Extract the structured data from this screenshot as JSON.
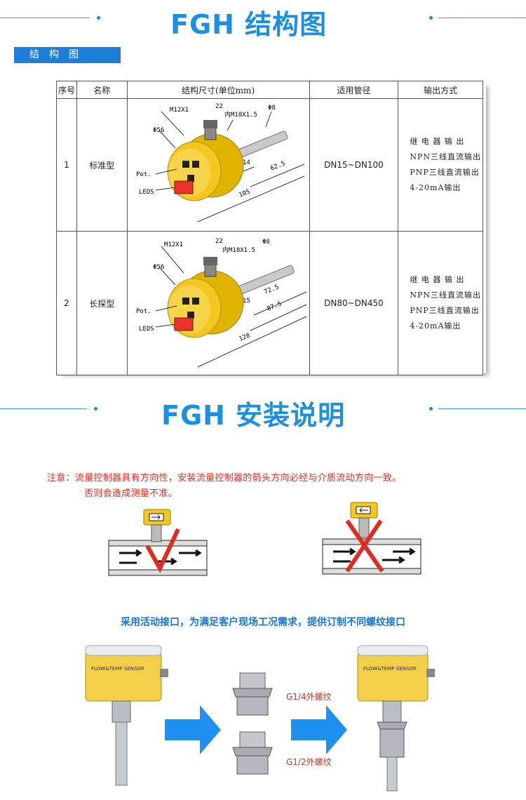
{
  "section1": {
    "title": "FGH 结构图",
    "tag": "结构图"
  },
  "table": {
    "headers": [
      "序号",
      "名称",
      "结构尺寸(单位mm)",
      "适用管径",
      "输出方式"
    ],
    "rows": [
      {
        "no": "1",
        "name": "标准型",
        "pipe": "DN15~DN100",
        "outputs": [
          "继 电 器 输 出",
          "NPN三线直流输出",
          "PNP三线直流输出",
          "4-20mA输出"
        ],
        "dims": {
          "m12": "M12X1",
          "wrench": "22",
          "thread": "内M18X1.5",
          "phi8": "Φ8",
          "phi56": "Φ56",
          "d1": "14",
          "d2": "62.5",
          "total": "105",
          "pot": "Pot.",
          "leds": "LEDS"
        }
      },
      {
        "no": "2",
        "name": "长探型",
        "pipe": "DN80~DN450",
        "outputs": [
          "继 电 器 输 出",
          "NPN三线直流输出",
          "PNP三线直流输出",
          "4-20mA输出"
        ],
        "dims": {
          "m12": "M12X1",
          "wrench": "22",
          "thread": "内M18X1.5",
          "phi8": "Φ8",
          "phi56": "Φ56",
          "d1": "15",
          "d2": "72.5",
          "d3": "87.5",
          "total": "128",
          "pot": "Pot.",
          "leds": "LEDS"
        }
      }
    ]
  },
  "section2": {
    "title": "FGH 安装说明"
  },
  "notice": {
    "line1": "注意：流量控制器具有方向性，安装流量控制器的箭头方向必经与介质流动方向一致。",
    "line2": "否则会造成测量不准。"
  },
  "custom_text": "采用活动接口，为满足客户现场工况需求，提供订制不同螺纹接口",
  "threads": {
    "a": "G1/4外螺纹",
    "b": "G1/2外螺纹"
  },
  "sensor_label": "FLOW&TEMP SENSOR",
  "colors": {
    "accent": "#1c8fe0",
    "tag_bg": "#1e7fd8",
    "warning": "#e02b20",
    "sensor_yellow": "#f4c620"
  }
}
